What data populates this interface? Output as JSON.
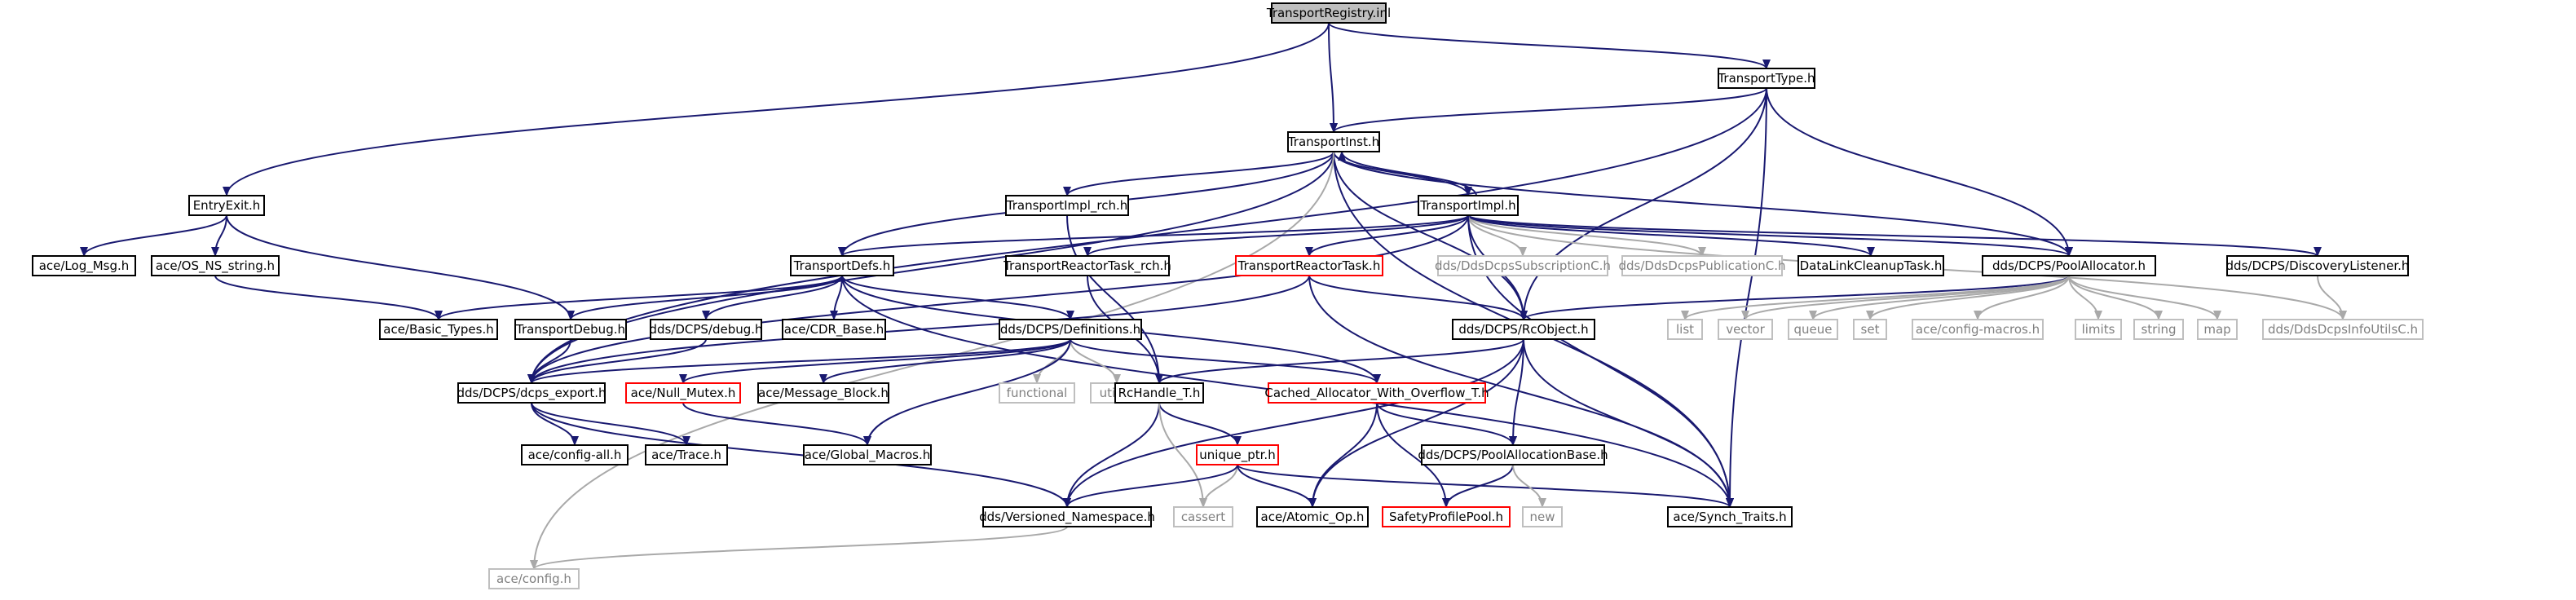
{
  "diagram": {
    "colors": {
      "edge": "#191970",
      "edge_light": "#a9a9a9",
      "node_border": "#000000",
      "node_border_red": "#ff0000",
      "node_border_light": "#bfbfbf",
      "root_fill": "#bfbfbf",
      "text": "#000000",
      "text_light": "#808080"
    },
    "nodes": [
      {
        "id": "registry",
        "label": "TransportRegistry.inl",
        "style": "root"
      },
      {
        "id": "type",
        "label": "TransportType.h",
        "style": "normal"
      },
      {
        "id": "inst",
        "label": "TransportInst.h",
        "style": "normal"
      },
      {
        "id": "entry",
        "label": "EntryExit.h",
        "style": "normal"
      },
      {
        "id": "implrch",
        "label": "TransportImpl_rch.h",
        "style": "normal"
      },
      {
        "id": "impl",
        "label": "TransportImpl.h",
        "style": "normal"
      },
      {
        "id": "logmsg",
        "label": "ace/Log_Msg.h",
        "style": "normal"
      },
      {
        "id": "osns",
        "label": "ace/OS_NS_string.h",
        "style": "normal"
      },
      {
        "id": "defs",
        "label": "TransportDefs.h",
        "style": "normal"
      },
      {
        "id": "reactorrch",
        "label": "TransportReactorTask_rch.h",
        "style": "normal"
      },
      {
        "id": "reactor",
        "label": "TransportReactorTask.h",
        "style": "red"
      },
      {
        "id": "subsc",
        "label": "dds/DdsDcpsSubscriptionC.h",
        "style": "light"
      },
      {
        "id": "pubc",
        "label": "dds/DdsDcpsPublicationC.h",
        "style": "light"
      },
      {
        "id": "dlcleanup",
        "label": "DataLinkCleanupTask.h",
        "style": "normal"
      },
      {
        "id": "poolalloc",
        "label": "dds/DCPS/PoolAllocator.h",
        "style": "normal"
      },
      {
        "id": "disclist",
        "label": "dds/DCPS/DiscoveryListener.h",
        "style": "normal"
      },
      {
        "id": "basictypes",
        "label": "ace/Basic_Types.h",
        "style": "normal"
      },
      {
        "id": "tdebug",
        "label": "TransportDebug.h",
        "style": "normal"
      },
      {
        "id": "dcpsdebug",
        "label": "dds/DCPS/debug.h",
        "style": "normal"
      },
      {
        "id": "cdrbase",
        "label": "ace/CDR_Base.h",
        "style": "normal"
      },
      {
        "id": "definitions",
        "label": "dds/DCPS/Definitions.h",
        "style": "normal"
      },
      {
        "id": "rcobject",
        "label": "dds/DCPS/RcObject.h",
        "style": "normal"
      },
      {
        "id": "list",
        "label": "list",
        "style": "light"
      },
      {
        "id": "vector",
        "label": "vector",
        "style": "light"
      },
      {
        "id": "queue",
        "label": "queue",
        "style": "light"
      },
      {
        "id": "set",
        "label": "set",
        "style": "light"
      },
      {
        "id": "configmacros",
        "label": "ace/config-macros.h",
        "style": "light"
      },
      {
        "id": "limits",
        "label": "limits",
        "style": "light"
      },
      {
        "id": "string",
        "label": "string",
        "style": "light"
      },
      {
        "id": "map",
        "label": "map",
        "style": "light"
      },
      {
        "id": "infoutils",
        "label": "dds/DdsDcpsInfoUtilsC.h",
        "style": "light"
      },
      {
        "id": "dcpsexport",
        "label": "dds/DCPS/dcps_export.h",
        "style": "normal"
      },
      {
        "id": "nullmutex",
        "label": "ace/Null_Mutex.h",
        "style": "red"
      },
      {
        "id": "msgblock",
        "label": "ace/Message_Block.h",
        "style": "normal"
      },
      {
        "id": "functional",
        "label": "functional",
        "style": "light"
      },
      {
        "id": "utility",
        "label": "utility",
        "style": "light"
      },
      {
        "id": "rchandle",
        "label": "RcHandle_T.h",
        "style": "normal"
      },
      {
        "id": "cachedalloc",
        "label": "Cached_Allocator_With_Overflow_T.h",
        "style": "red"
      },
      {
        "id": "configall",
        "label": "ace/config-all.h",
        "style": "normal"
      },
      {
        "id": "trace",
        "label": "ace/Trace.h",
        "style": "normal"
      },
      {
        "id": "globalmacros",
        "label": "ace/Global_Macros.h",
        "style": "normal"
      },
      {
        "id": "uniqueptr",
        "label": "unique_ptr.h",
        "style": "red"
      },
      {
        "id": "poolallocbase",
        "label": "dds/DCPS/PoolAllocationBase.h",
        "style": "normal"
      },
      {
        "id": "versioned",
        "label": "dds/Versioned_Namespace.h",
        "style": "normal"
      },
      {
        "id": "cassert",
        "label": "cassert",
        "style": "light"
      },
      {
        "id": "atomicop",
        "label": "ace/Atomic_Op.h",
        "style": "normal"
      },
      {
        "id": "safetypool",
        "label": "SafetyProfilePool.h",
        "style": "red"
      },
      {
        "id": "new",
        "label": "new",
        "style": "light"
      },
      {
        "id": "synchtraits",
        "label": "ace/Synch_Traits.h",
        "style": "normal"
      },
      {
        "id": "config",
        "label": "ace/config.h",
        "style": "light"
      }
    ],
    "edges": [
      [
        "registry",
        "type"
      ],
      [
        "registry",
        "inst"
      ],
      [
        "registry",
        "entry"
      ],
      [
        "type",
        "inst"
      ],
      [
        "type",
        "poolalloc"
      ],
      [
        "type",
        "dcpsexport"
      ],
      [
        "type",
        "rcobject"
      ],
      [
        "type",
        "synchtraits"
      ],
      [
        "inst",
        "impl"
      ],
      [
        "inst",
        "implrch"
      ],
      [
        "inst",
        "defs"
      ],
      [
        "inst",
        "dcpsexport"
      ],
      [
        "inst",
        "rcobject"
      ],
      [
        "inst",
        "poolalloc"
      ],
      [
        "inst",
        "synchtraits"
      ],
      [
        "inst",
        "config"
      ],
      [
        "impl",
        "inst"
      ],
      [
        "impl",
        "defs"
      ],
      [
        "impl",
        "reactorrch"
      ],
      [
        "impl",
        "reactor"
      ],
      [
        "impl",
        "subsc"
      ],
      [
        "impl",
        "pubc"
      ],
      [
        "impl",
        "dlcleanup"
      ],
      [
        "impl",
        "poolalloc"
      ],
      [
        "impl",
        "disclist"
      ],
      [
        "impl",
        "infoutils"
      ],
      [
        "impl",
        "rcobject"
      ],
      [
        "impl",
        "dcpsexport"
      ],
      [
        "impl",
        "synchtraits"
      ],
      [
        "implrch",
        "rchandle"
      ],
      [
        "entry",
        "logmsg"
      ],
      [
        "entry",
        "osns"
      ],
      [
        "entry",
        "tdebug"
      ],
      [
        "osns",
        "basictypes"
      ],
      [
        "defs",
        "basictypes"
      ],
      [
        "defs",
        "tdebug"
      ],
      [
        "defs",
        "dcpsdebug"
      ],
      [
        "defs",
        "cdrbase"
      ],
      [
        "defs",
        "definitions"
      ],
      [
        "defs",
        "synchtraits"
      ],
      [
        "defs",
        "cachedalloc"
      ],
      [
        "reactorrch",
        "rchandle"
      ],
      [
        "reactor",
        "rcobject"
      ],
      [
        "reactor",
        "dcpsexport"
      ],
      [
        "reactor",
        "synchtraits"
      ],
      [
        "disclist",
        "infoutils"
      ],
      [
        "poolalloc",
        "rcobject"
      ],
      [
        "poolalloc",
        "list"
      ],
      [
        "poolalloc",
        "vector"
      ],
      [
        "poolalloc",
        "queue"
      ],
      [
        "poolalloc",
        "set"
      ],
      [
        "poolalloc",
        "configmacros"
      ],
      [
        "poolalloc",
        "limits"
      ],
      [
        "poolalloc",
        "string"
      ],
      [
        "poolalloc",
        "map"
      ],
      [
        "tdebug",
        "dcpsexport"
      ],
      [
        "dcpsdebug",
        "dcpsexport"
      ],
      [
        "definitions",
        "dcpsexport"
      ],
      [
        "definitions",
        "nullmutex"
      ],
      [
        "definitions",
        "msgblock"
      ],
      [
        "definitions",
        "functional"
      ],
      [
        "definitions",
        "utility"
      ],
      [
        "definitions",
        "globalmacros"
      ],
      [
        "definitions",
        "cachedalloc"
      ],
      [
        "rcobject",
        "rchandle"
      ],
      [
        "rcobject",
        "atomicop"
      ],
      [
        "rcobject",
        "poolallocbase"
      ],
      [
        "rcobject",
        "synchtraits"
      ],
      [
        "rcobject",
        "versioned"
      ],
      [
        "dcpsexport",
        "configall"
      ],
      [
        "dcpsexport",
        "trace"
      ],
      [
        "dcpsexport",
        "versioned"
      ],
      [
        "nullmutex",
        "globalmacros"
      ],
      [
        "rchandle",
        "uniqueptr"
      ],
      [
        "rchandle",
        "versioned"
      ],
      [
        "rchandle",
        "cassert"
      ],
      [
        "cachedalloc",
        "poolallocbase"
      ],
      [
        "cachedalloc",
        "safetypool"
      ],
      [
        "cachedalloc",
        "atomicop"
      ],
      [
        "uniqueptr",
        "cassert"
      ],
      [
        "uniqueptr",
        "atomicop"
      ],
      [
        "uniqueptr",
        "versioned"
      ],
      [
        "uniqueptr",
        "synchtraits"
      ],
      [
        "poolallocbase",
        "safetypool"
      ],
      [
        "poolallocbase",
        "new"
      ],
      [
        "versioned",
        "config"
      ]
    ]
  }
}
